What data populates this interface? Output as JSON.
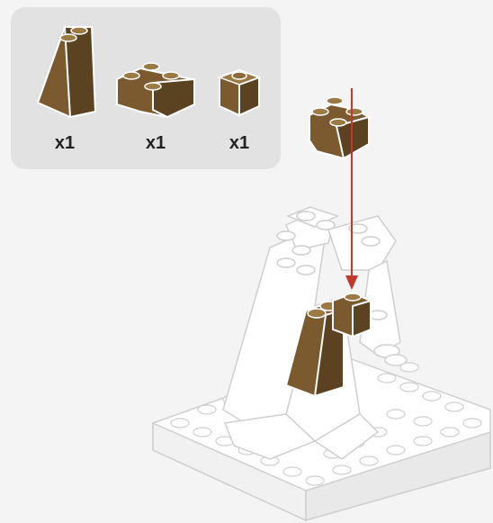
{
  "parts_list": {
    "items": [
      {
        "name": "slope-brick",
        "quantity": "x1"
      },
      {
        "name": "corner-plate",
        "quantity": "x1"
      },
      {
        "name": "small-brick",
        "quantity": "x1"
      }
    ]
  },
  "colors": {
    "brick_brown": "#7a5a2e",
    "brick_brown_dark": "#5b4220",
    "brick_brown_light": "#9b7a45",
    "arrow_red": "#c0392b",
    "panel_grey": "#e2e2e2",
    "model_white": "#ffffff",
    "outline_grey": "#cfcfcf"
  },
  "icons": [
    "slope-brick-icon",
    "corner-plate-icon",
    "small-brick-icon",
    "insert-arrow-icon"
  ]
}
